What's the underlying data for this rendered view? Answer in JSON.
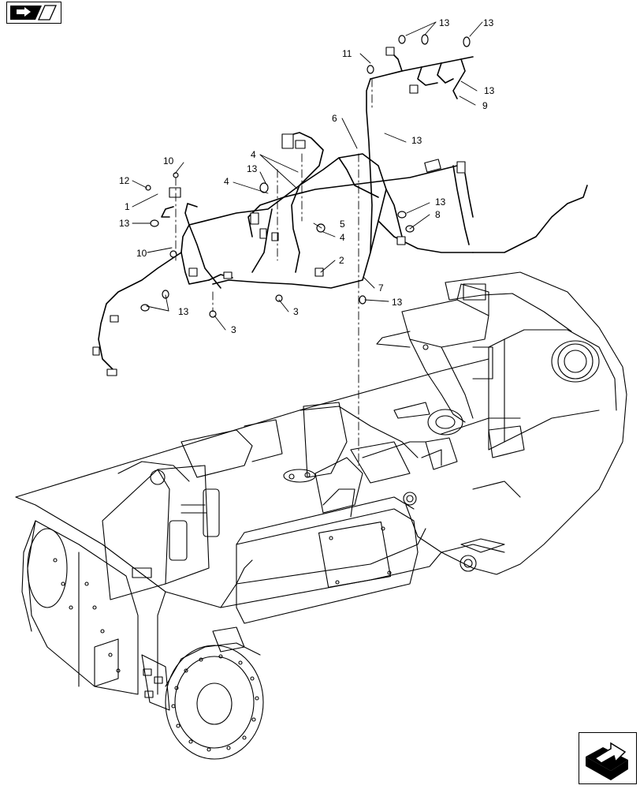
{
  "diagram": {
    "callouts": [
      {
        "id": "c13a",
        "label": "13"
      },
      {
        "id": "c13b",
        "label": "13"
      },
      {
        "id": "c11",
        "label": "11"
      },
      {
        "id": "c13c",
        "label": "13"
      },
      {
        "id": "c9",
        "label": "9"
      },
      {
        "id": "c6",
        "label": "6"
      },
      {
        "id": "c13d",
        "label": "13"
      },
      {
        "id": "c4a",
        "label": "4"
      },
      {
        "id": "c10a",
        "label": "10"
      },
      {
        "id": "c13e",
        "label": "13"
      },
      {
        "id": "c12",
        "label": "12"
      },
      {
        "id": "c4b",
        "label": "4"
      },
      {
        "id": "c1",
        "label": "1"
      },
      {
        "id": "c13f",
        "label": "13"
      },
      {
        "id": "c13g",
        "label": "13"
      },
      {
        "id": "c8",
        "label": "8"
      },
      {
        "id": "c5",
        "label": "5"
      },
      {
        "id": "c4c",
        "label": "4"
      },
      {
        "id": "c10b",
        "label": "10"
      },
      {
        "id": "c2",
        "label": "2"
      },
      {
        "id": "c7",
        "label": "7"
      },
      {
        "id": "c13h",
        "label": "13"
      },
      {
        "id": "c13i",
        "label": "13"
      },
      {
        "id": "c3a",
        "label": "3"
      },
      {
        "id": "c3b",
        "label": "3"
      }
    ]
  },
  "icons": {
    "top_nav": "book-arrow-icon",
    "bottom_nav": "next-page-arrow-icon"
  }
}
